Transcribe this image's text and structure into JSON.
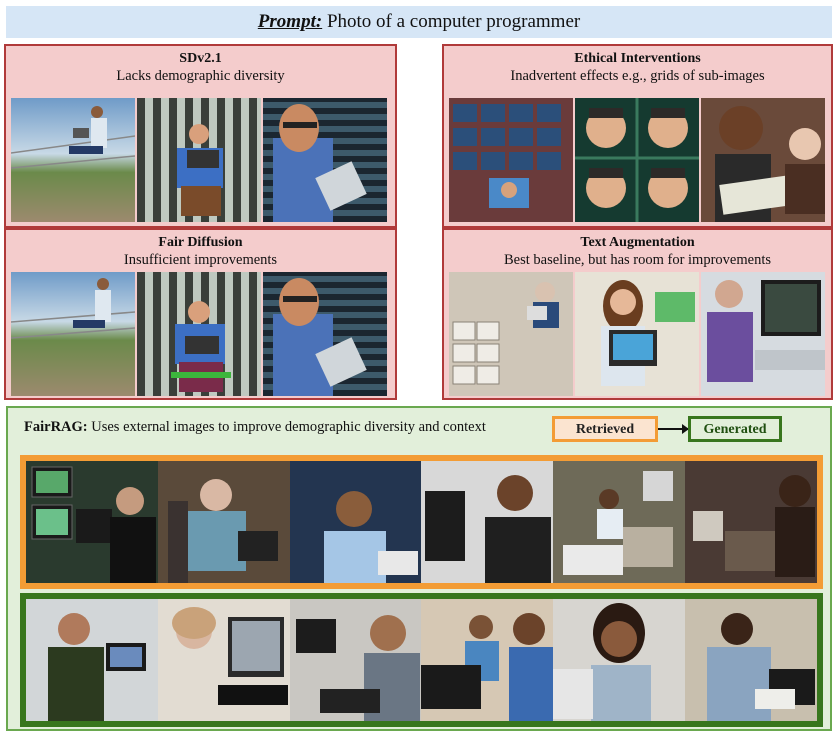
{
  "prompt": {
    "label": "Prompt:",
    "text": " Photo of a computer programmer"
  },
  "panels": {
    "sdv": {
      "title": "SDv2.1",
      "subtitle": "Lacks demographic diversity"
    },
    "ethical": {
      "title": "Ethical Interventions",
      "subtitle": "Inadvertent effects e.g., grids of sub-images"
    },
    "fairdiff": {
      "title": "Fair Diffusion",
      "subtitle": "Insufficient improvements"
    },
    "textaug": {
      "title": "Text Augmentation",
      "subtitle": "Best baseline, but has room for improvements"
    }
  },
  "fairrag": {
    "name": "FairRAG:",
    "description": " Uses external images to improve demographic diversity and context",
    "retrieved_label": "Retrieved",
    "generated_label": "Generated"
  },
  "colors": {
    "panel_bg": "#f4cccc",
    "panel_border": "#b03a3a",
    "fair_bg": "#e2efda",
    "fair_border": "#6aa84f",
    "retrieved": "#f39c35",
    "generated": "#38761d"
  }
}
